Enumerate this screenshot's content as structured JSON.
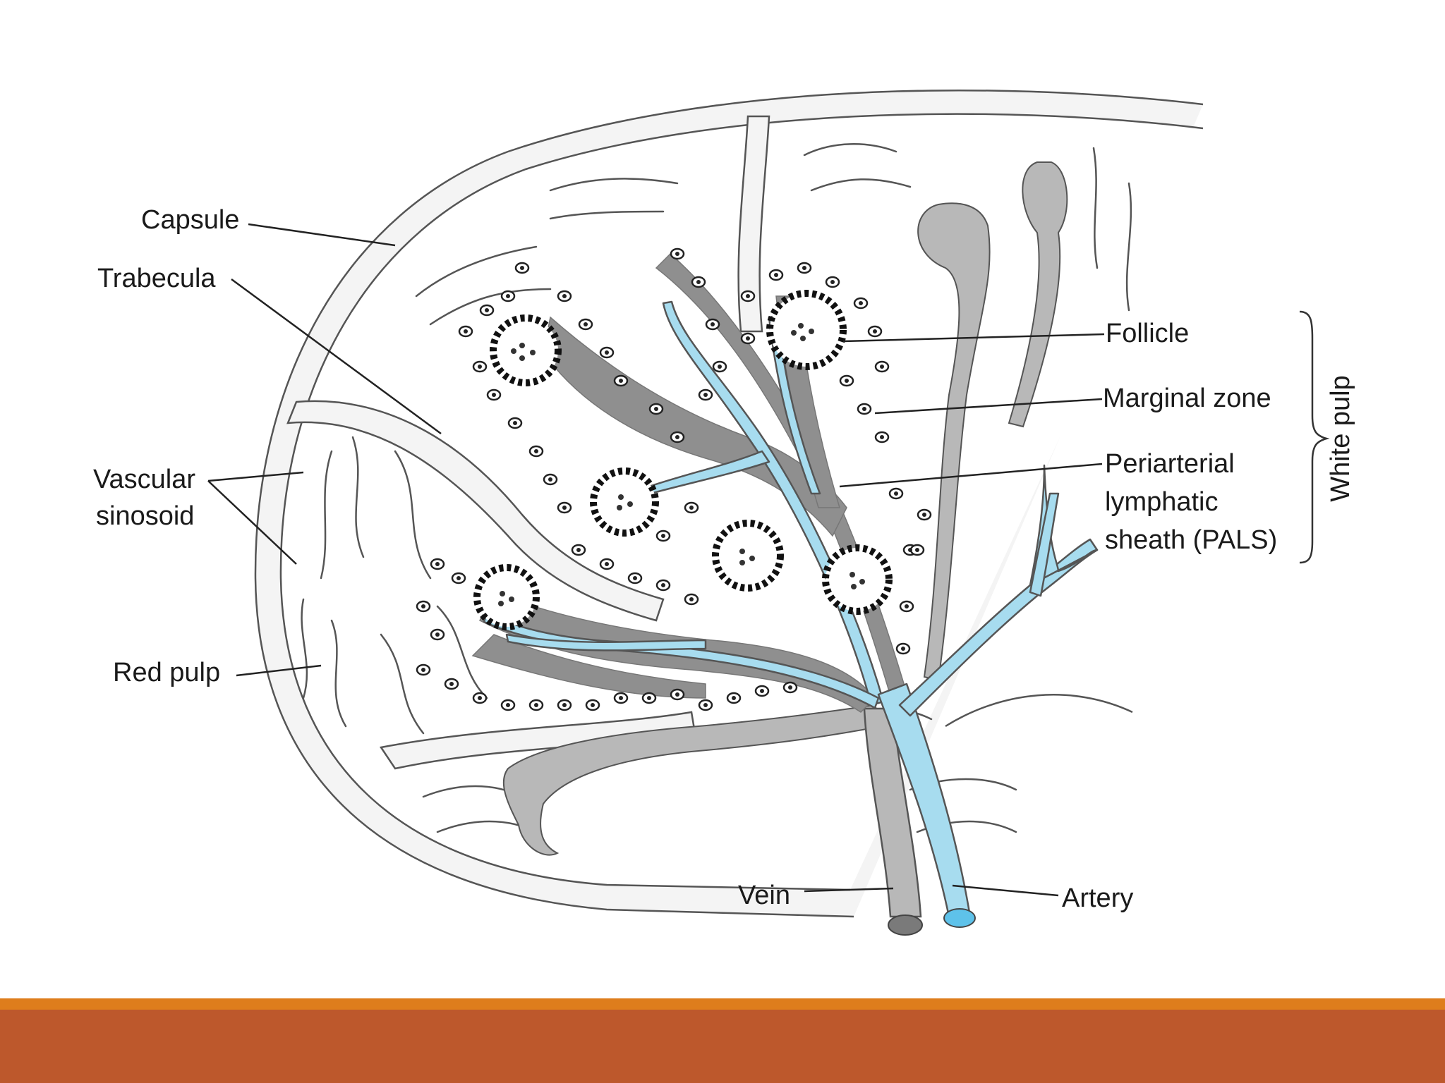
{
  "labels": {
    "capsule": "Capsule",
    "trabecula": "Trabecula",
    "vascular_1": "Vascular",
    "vascular_2": "sinosoid",
    "red_pulp": "Red pulp",
    "follicle": "Follicle",
    "marginal_zone": "Marginal zone",
    "pals_1": "Periarterial",
    "pals_2": "lymphatic",
    "pals_3": "sheath (PALS)",
    "white_pulp": "White pulp",
    "vein": "Vein",
    "artery": "Artery"
  },
  "colors": {
    "artery": "#a7dcef",
    "vein": "#b8b8b8",
    "pals": "#8f8f8f",
    "bar_top": "#de7d1c",
    "bar_main": "#bd582c",
    "outline": "#444444",
    "capsule_fill": "#f4f4f4"
  }
}
